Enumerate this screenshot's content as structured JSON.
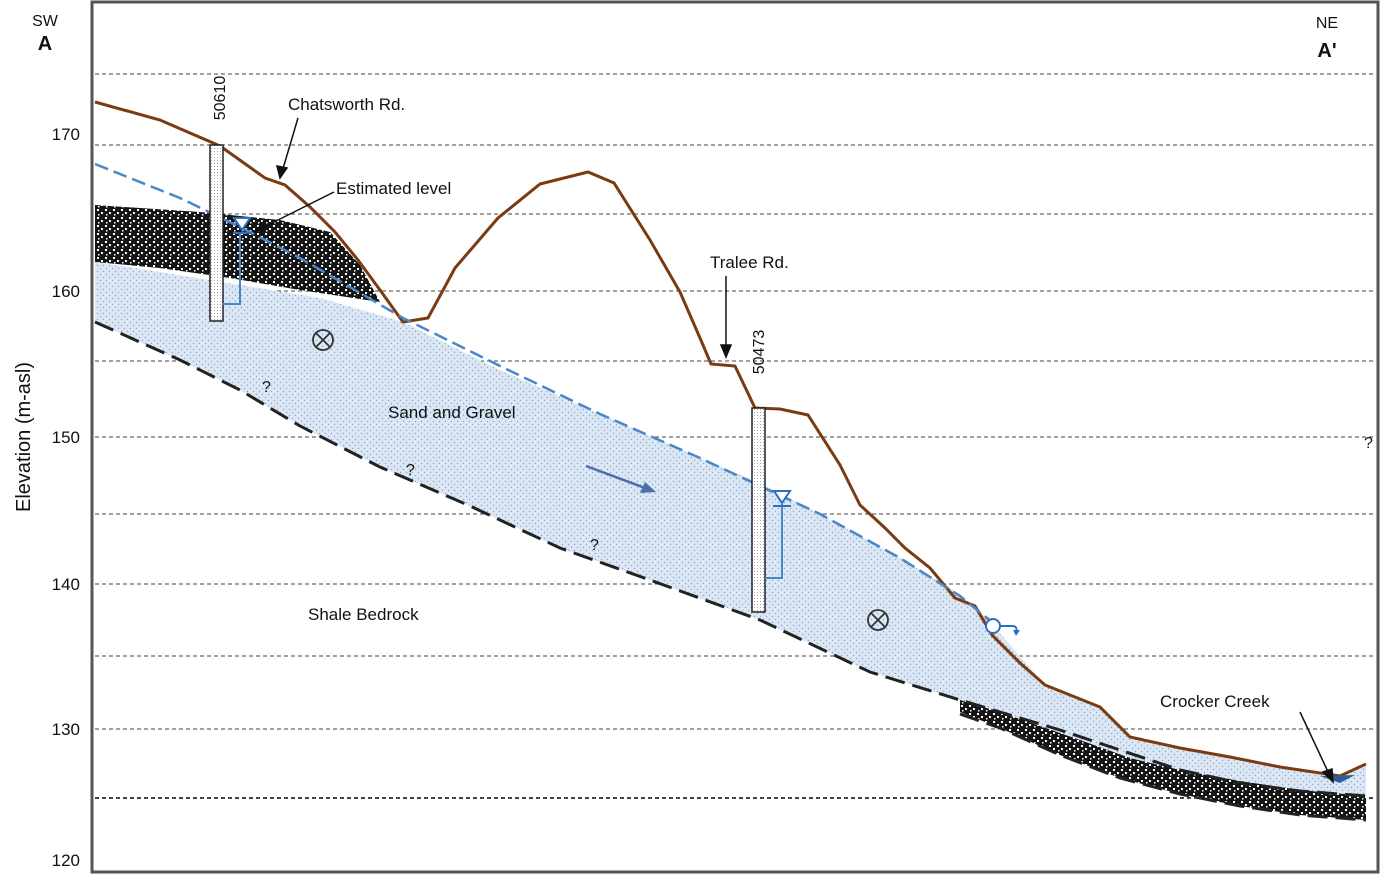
{
  "orientation": {
    "left_direction": "SW",
    "left_label": "A",
    "right_direction": "NE",
    "right_label": "A'"
  },
  "axis": {
    "ylabel": "Elevation (m-asl)",
    "ticks": [
      "170",
      "160",
      "150",
      "140",
      "130",
      "120"
    ]
  },
  "wells": [
    {
      "id": "50610"
    },
    {
      "id": "50473"
    }
  ],
  "annotations": {
    "chatsworth": "Chatsworth Rd.",
    "estimated": "Estimated level",
    "tralee": "Tralee Rd.",
    "crocker": "Crocker Creek",
    "sand_gravel": "Sand and Gravel",
    "shale": "Shale Bedrock",
    "unknown": "?"
  },
  "colors": {
    "ground_surface": "#7a3b12",
    "water_table": "#4a86c8",
    "aquifer_fill": "#d6e4f2",
    "till_fill": "#1a1a1a",
    "bedrock_contact": "#222222"
  },
  "icons": [
    "flow-direction-symbol",
    "spring-symbol",
    "water-level-symbol",
    "flow-arrow"
  ]
}
